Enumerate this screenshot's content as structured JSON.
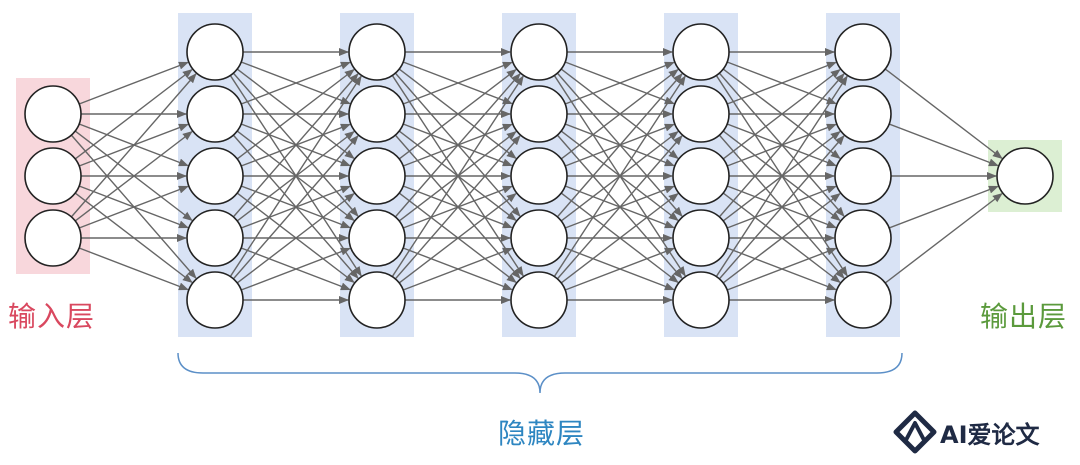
{
  "labels": {
    "input": "输入层",
    "hidden": "隐藏层",
    "output": "输出层"
  },
  "watermark": {
    "text": "AI爱论文"
  },
  "colors": {
    "input_band": "#f8d7dc",
    "hidden_band": "#d9e3f5",
    "output_band": "#dcefd3",
    "input_label": "#d9485f",
    "hidden_label": "#2e86c1",
    "output_label": "#5b9a3c",
    "brace": "#5b8fc7",
    "edge": "#666666",
    "node_stroke": "#222222",
    "node_fill": "#ffffff"
  },
  "network": {
    "layers": [
      {
        "kind": "input",
        "nodes": 3
      },
      {
        "kind": "hidden",
        "nodes": 5
      },
      {
        "kind": "hidden",
        "nodes": 5
      },
      {
        "kind": "hidden",
        "nodes": 5
      },
      {
        "kind": "hidden",
        "nodes": 5
      },
      {
        "kind": "hidden",
        "nodes": 5
      },
      {
        "kind": "output",
        "nodes": 1
      }
    ],
    "fully_connected": true
  }
}
